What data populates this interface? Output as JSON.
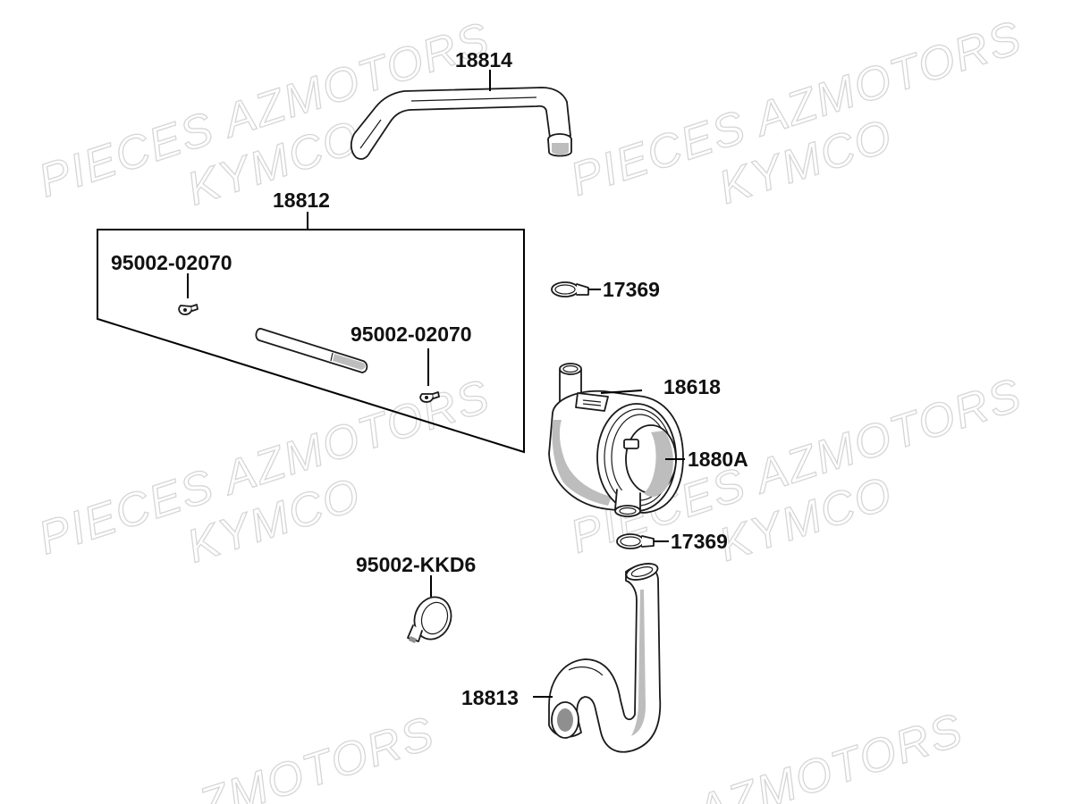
{
  "watermark": {
    "line1": "PIECES AZMOTORS",
    "line2": "KYMCO",
    "partial1": "ZMOTORS",
    "partial2": "AZMOTORS"
  },
  "labels": {
    "hose_top": "18814",
    "kit": "18812",
    "clip_kit_1": "95002-02070",
    "clip_kit_2": "95002-02070",
    "clip_upper": "17369",
    "air_filter": "18618",
    "filter_cap": "1880A",
    "clip_lower": "17369",
    "hose_clamp": "95002-KKD6",
    "hose_bottom": "18813"
  },
  "colors": {
    "line": "#000000",
    "watermark": "#d6d6d6",
    "shade": "#bdbdbd"
  }
}
